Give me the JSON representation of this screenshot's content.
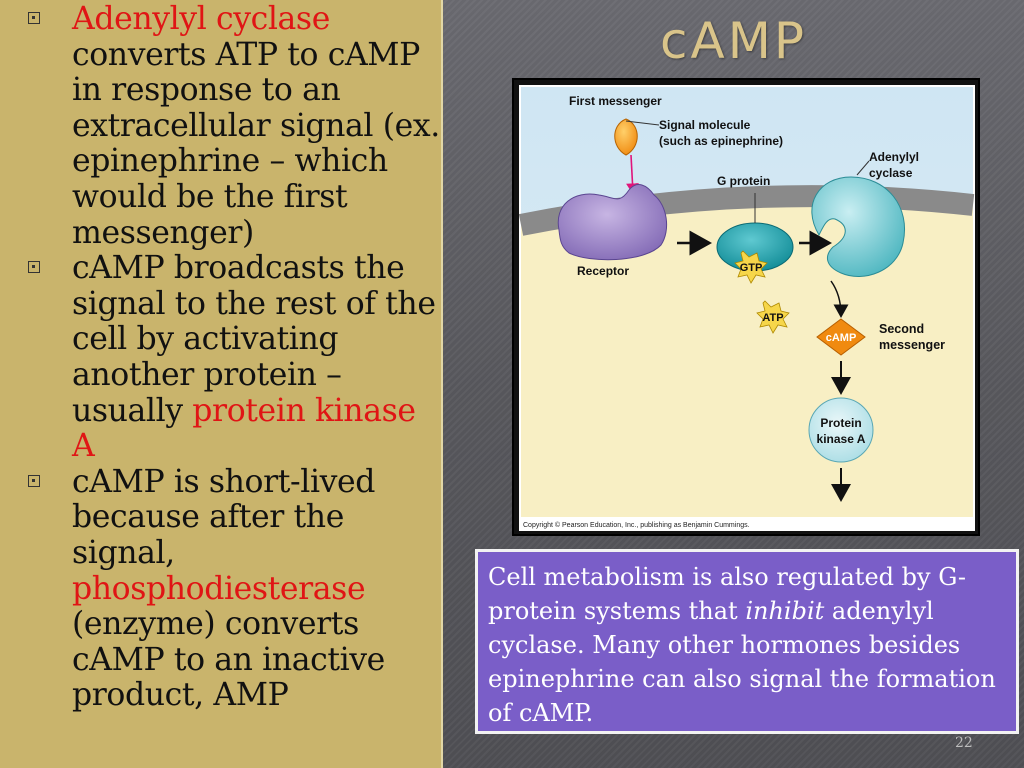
{
  "title": "cAMP",
  "slide_number": "22",
  "bullets": [
    {
      "prefix": "",
      "highlight": "Adenylyl cyclase",
      "text": " converts ATP to cAMP in response to an extracellular signal (ex. epinephrine – which would be the first messenger)"
    },
    {
      "text_before": "cAMP broadcasts the signal to the rest of the cell by activating another protein – usually ",
      "highlight": "protein kinase A"
    },
    {
      "text_before": "cAMP is short-lived because after the signal, ",
      "highlight": "phosphodiesterase",
      "text_after": " (enzyme) converts cAMP to an inactive product, AMP"
    }
  ],
  "figure": {
    "first_messenger": "First messenger",
    "signal_molecule_line1": "Signal molecule",
    "signal_molecule_line2": "(such as epinephrine)",
    "adenylyl_line1": "Adenylyl",
    "adenylyl_line2": "cyclase",
    "g_protein": "G protein",
    "receptor": "Receptor",
    "gtp": "GTP",
    "atp": "ATP",
    "camp": "cAMP",
    "second_line1": "Second",
    "second_line2": "messenger",
    "pka_line1": "Protein",
    "pka_line2": "kinase A",
    "copyright": "Copyright © Pearson Education, Inc., publishing as Benjamin Cummings."
  },
  "callout": {
    "part1": "Cell metabolism is also regulated by G-protein systems that ",
    "italic": "inhibit",
    "part2": " adenylyl cyclase.  Many other hormones besides epinephrine can also signal the formation of cAMP."
  },
  "colors": {
    "left_panel": "#c9b46c",
    "highlight_red": "#e01515",
    "title": "#d9c48a",
    "callout_bg": "#7a5ec8"
  }
}
